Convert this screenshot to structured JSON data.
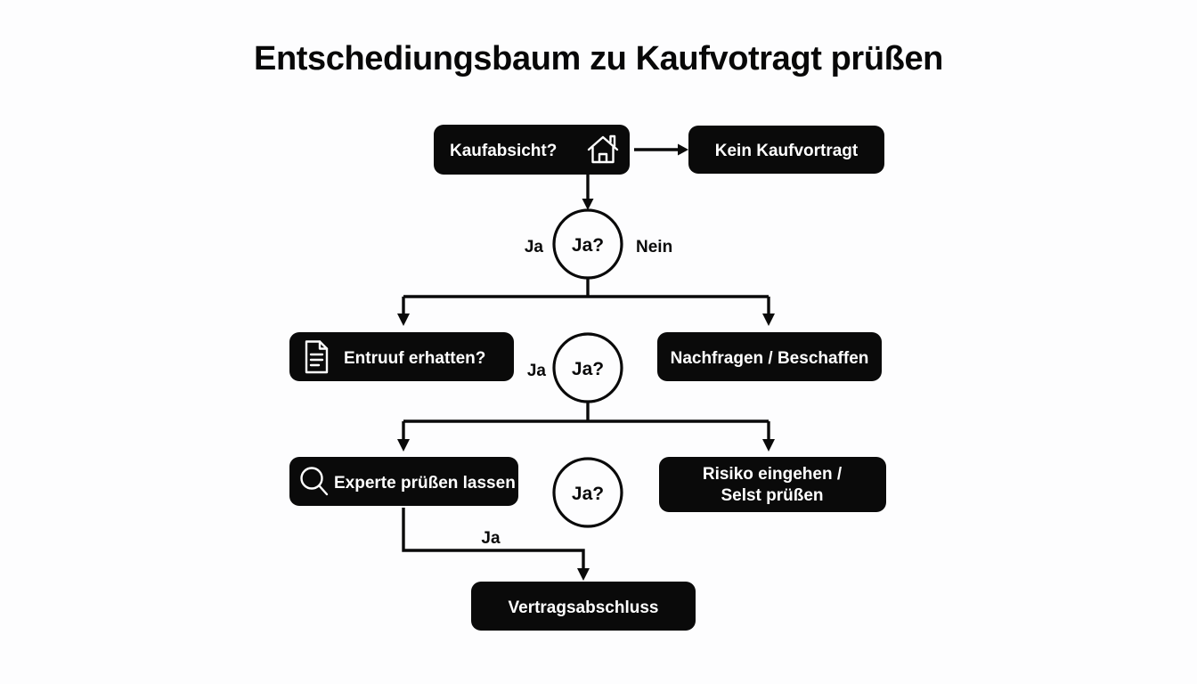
{
  "page": {
    "title": "Entschediungsbaum zu Kaufvotragt prüßen",
    "background_color": "#fdfdfe",
    "node_color": "#0a0a0a",
    "node_text_color": "#ffffff",
    "line_color": "#0a0a0a"
  },
  "nodes": {
    "root": {
      "label": "Kaufabsicht?",
      "icon": "house-icon"
    },
    "root_right": {
      "label": "Kein Kaufvortragt"
    },
    "row2_left": {
      "label": "Entruuf erhatten?",
      "icon": "document-icon"
    },
    "row2_right": {
      "label": "Nachfragen / Beschaffen"
    },
    "row3_left": {
      "label": "Experte prüßen lassen",
      "icon": "search-icon"
    },
    "row3_right_line1": {
      "label": "Risiko eingehen /"
    },
    "row3_right_line2": {
      "label": "Selst prüßen"
    },
    "final": {
      "label": "Vertragsabschluss"
    }
  },
  "decisions": {
    "d1": {
      "label": "Ja?",
      "left_branch": "Ja",
      "right_branch": "Nein"
    },
    "d2": {
      "label": "Ja?",
      "left_branch": "Ja"
    },
    "d3": {
      "label": "Ja?",
      "bottom_branch": "Ja"
    }
  }
}
